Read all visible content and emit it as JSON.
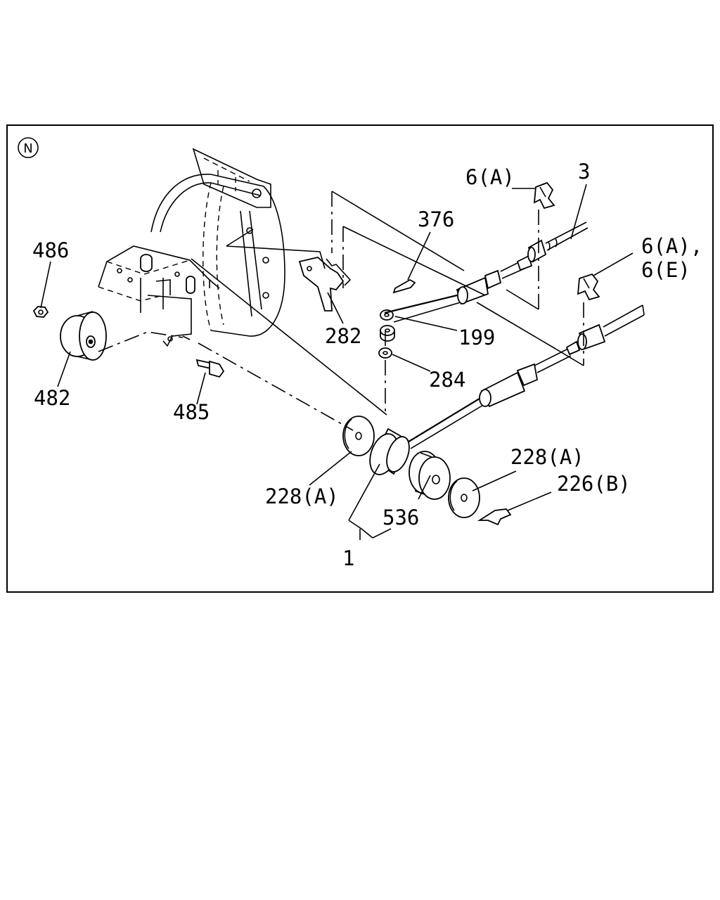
{
  "view_marker": "N",
  "labels": [
    {
      "id": "486",
      "text": "486"
    },
    {
      "id": "482",
      "text": "482"
    },
    {
      "id": "485",
      "text": "485"
    },
    {
      "id": "282",
      "text": "282"
    },
    {
      "id": "376",
      "text": "376"
    },
    {
      "id": "199",
      "text": "199"
    },
    {
      "id": "284",
      "text": "284"
    },
    {
      "id": "228a_left",
      "text": "228(A)"
    },
    {
      "id": "228a_right",
      "text": "228(A)"
    },
    {
      "id": "226b",
      "text": "226(B)"
    },
    {
      "id": "536",
      "text": "536"
    },
    {
      "id": "1",
      "text": "1"
    },
    {
      "id": "3",
      "text": "3"
    },
    {
      "id": "6a_top",
      "text": "6(A)"
    },
    {
      "id": "6a_right",
      "text": "6(A),"
    },
    {
      "id": "6e",
      "text": "6(E)"
    }
  ]
}
